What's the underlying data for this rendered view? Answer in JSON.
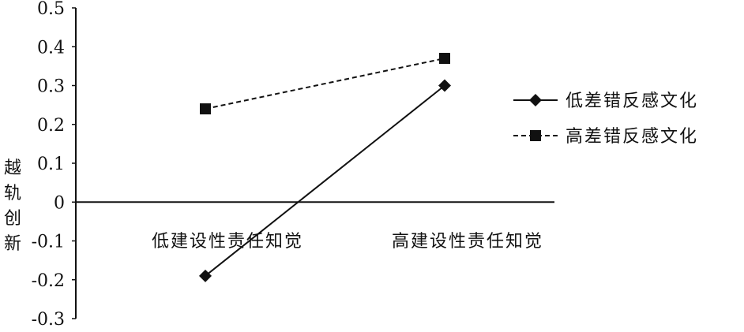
{
  "chart_data": {
    "type": "line",
    "categories": [
      "低建设性责任知觉",
      "高建设性责任知觉"
    ],
    "series": [
      {
        "name": "低差错反感文化",
        "values": [
          -0.19,
          0.3
        ],
        "line_style": "solid",
        "marker": "diamond",
        "color": "#111111"
      },
      {
        "name": "高差错反感文化",
        "values": [
          0.24,
          0.37
        ],
        "line_style": "dashed",
        "marker": "square",
        "color": "#111111"
      }
    ],
    "ylabel": "越轨创新",
    "ylim": [
      -0.3,
      0.5
    ],
    "yticks": [
      "0.5",
      "0.4",
      "0.3",
      "0.2",
      "0.1",
      "0",
      "-0.1",
      "-0.2",
      "-0.3"
    ],
    "ytick_values": [
      0.5,
      0.4,
      0.3,
      0.2,
      0.1,
      0,
      -0.1,
      -0.2,
      -0.3
    ],
    "grid": false,
    "legend_position": "right"
  }
}
